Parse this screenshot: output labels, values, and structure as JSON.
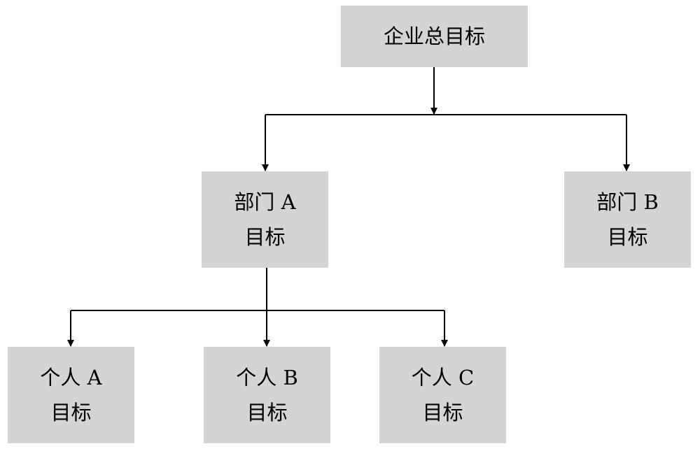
{
  "diagram": {
    "line_color": "#000000",
    "box_color": "#d4d4d4",
    "root": {
      "label": "企业总目标"
    },
    "departments": [
      {
        "line1": "部门 A",
        "line2": "目标"
      },
      {
        "line1": "部门 B",
        "line2": "目标"
      }
    ],
    "individuals": [
      {
        "line1": "个人 A",
        "line2": "目标"
      },
      {
        "line1": "个人 B",
        "line2": "目标"
      },
      {
        "line1": "个人 C",
        "line2": "目标"
      }
    ]
  }
}
